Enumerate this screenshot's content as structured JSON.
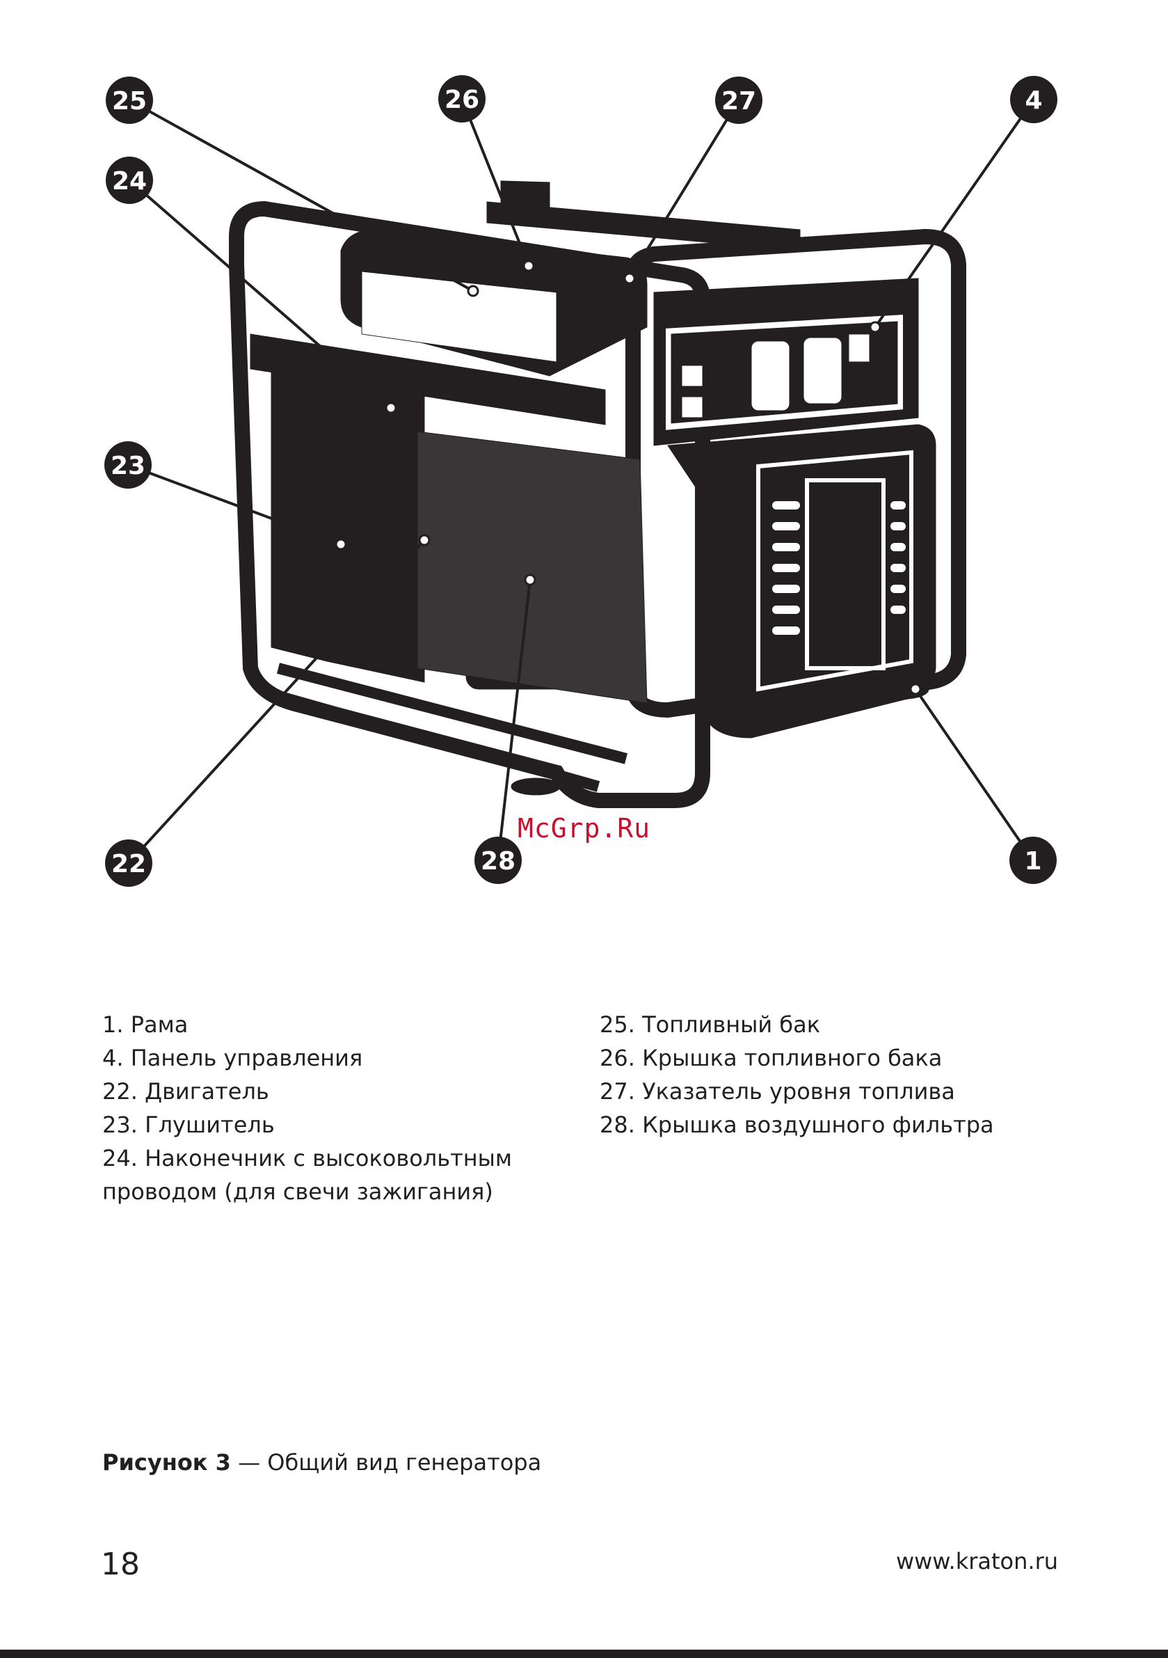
{
  "figure": {
    "callouts": [
      {
        "id": "1",
        "label": "1"
      },
      {
        "id": "4",
        "label": "4"
      },
      {
        "id": "22",
        "label": "22"
      },
      {
        "id": "23",
        "label": "23"
      },
      {
        "id": "24",
        "label": "24"
      },
      {
        "id": "25",
        "label": "25"
      },
      {
        "id": "26",
        "label": "26"
      },
      {
        "id": "27",
        "label": "27"
      },
      {
        "id": "28",
        "label": "28"
      }
    ]
  },
  "legend": {
    "left": [
      "1. Рама",
      "4. Панель управления",
      "22. Двигатель",
      "23. Глушитель",
      "24. Наконечник с высоковольтным проводом (для свечи зажигания)"
    ],
    "right": [
      "25. Топливный бак",
      "26. Крышка топливного бака",
      "27. Указатель уровня топлива",
      "28. Крышка воздушного фильтра"
    ]
  },
  "caption": {
    "bold": "Рисунок 3",
    "text": " — Общий вид генератора"
  },
  "watermark": "McGrp.Ru",
  "footer": {
    "page_number": "18",
    "site": "www.kraton.ru"
  },
  "colors": {
    "ink": "#231f20",
    "watermark": "#c8102e"
  }
}
